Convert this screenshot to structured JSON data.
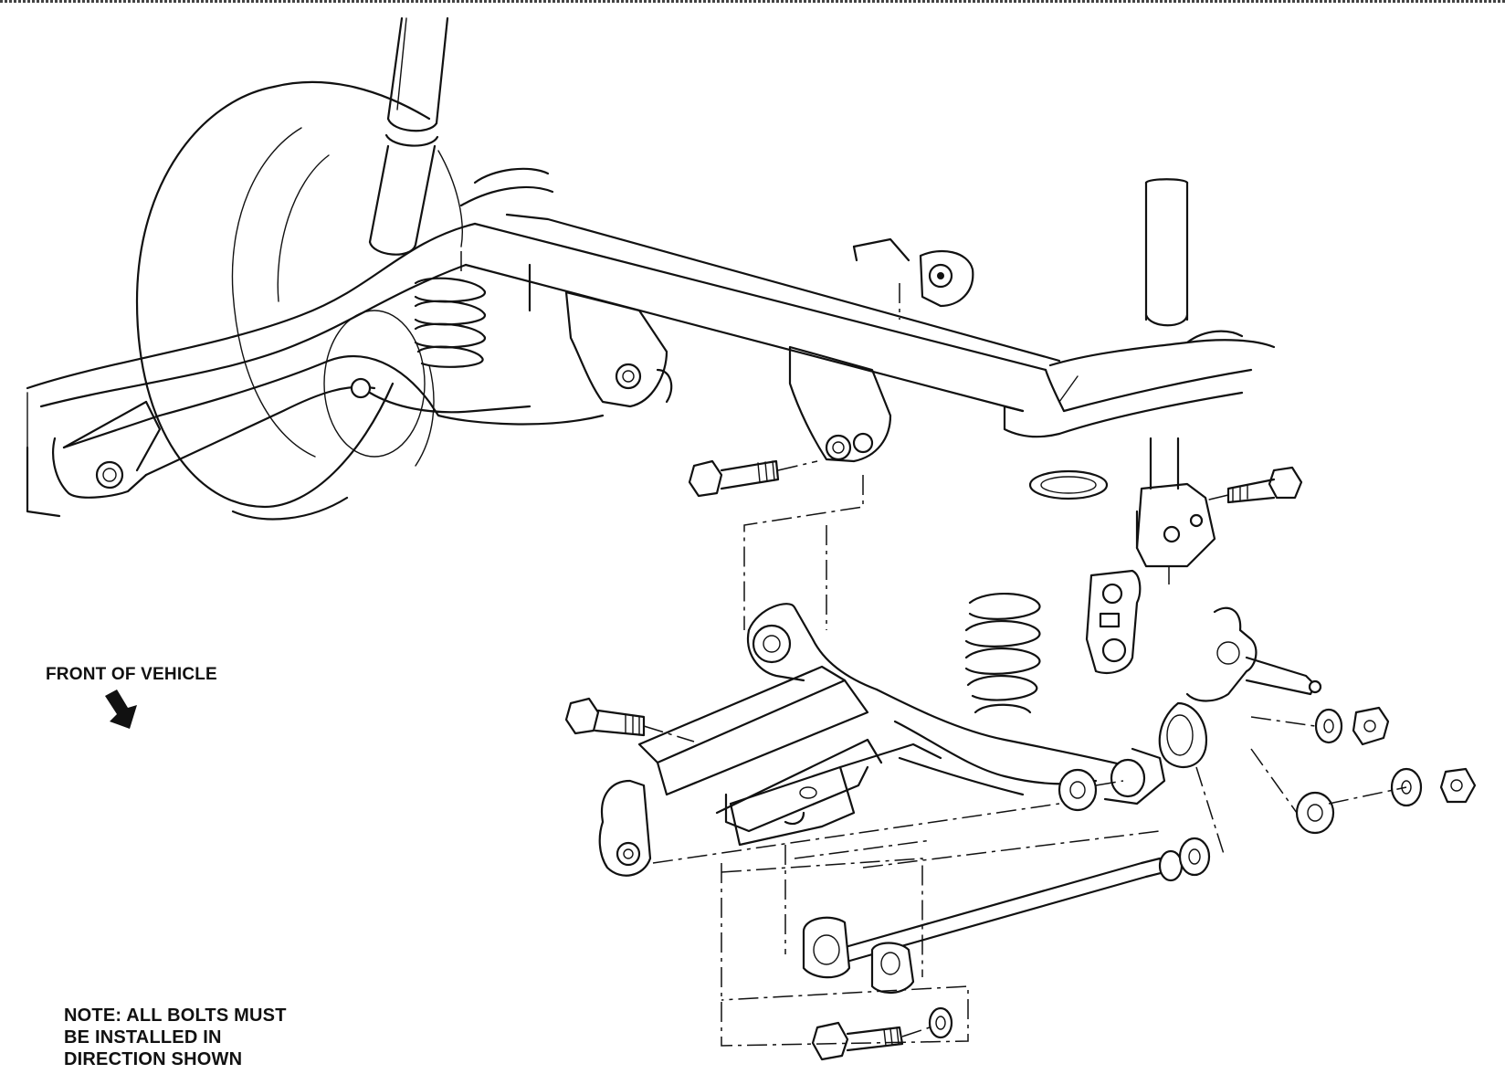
{
  "labels": {
    "front_of_vehicle": "FRONT OF VEHICLE",
    "note_lines": [
      "NOTE: ALL BOLTS MUST",
      "BE INSTALLED IN",
      "DIRECTION SHOWN"
    ]
  },
  "icons": {
    "direction_arrow": "arrow-down-right-icon"
  }
}
